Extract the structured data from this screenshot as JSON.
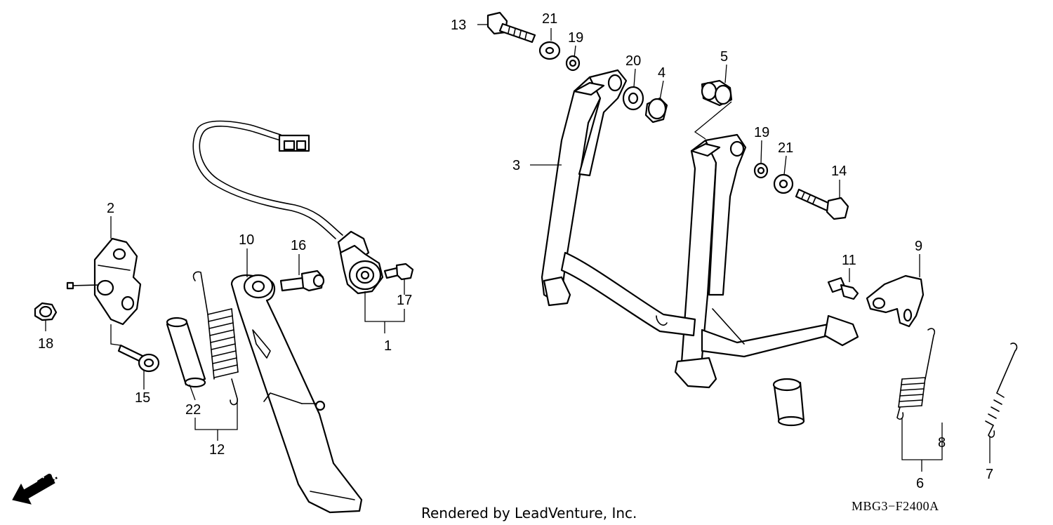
{
  "labels": {
    "p1": "1",
    "p2": "2",
    "p3": "3",
    "p4": "4",
    "p5": "5",
    "p6": "6",
    "p7": "7",
    "p8": "8",
    "p9": "9",
    "p10": "10",
    "p11": "11",
    "p12": "12",
    "p13": "13",
    "p14": "14",
    "p15": "15",
    "p16": "16",
    "p17": "17",
    "p18": "18",
    "p19a": "19",
    "p19b": "19",
    "p20": "20",
    "p21a": "21",
    "p21b": "21",
    "p22": "22"
  },
  "credit": "Rendered by LeadVenture, Inc.",
  "diagram_code": "MBG3−F2400A",
  "front_indicator": "FR."
}
